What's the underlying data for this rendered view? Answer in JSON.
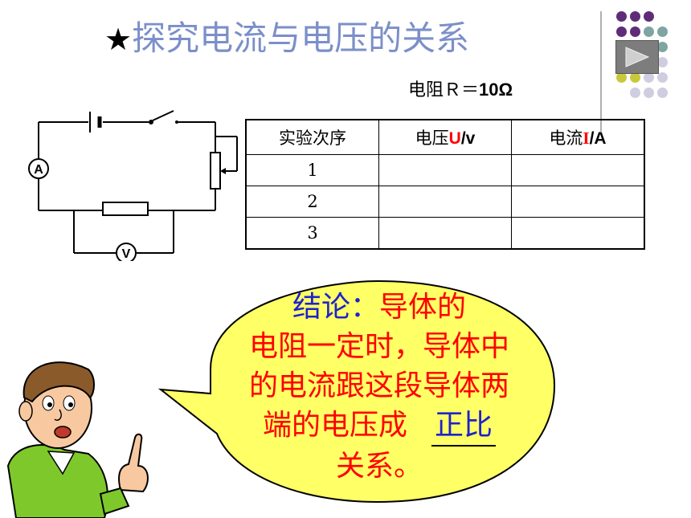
{
  "title": {
    "star": "★",
    "text": "探究电流与电压的关系"
  },
  "resistance": {
    "label": "电阻Ｒ＝",
    "value": "10Ω"
  },
  "circuit": {
    "ammeter": "A",
    "voltmeter": "V"
  },
  "table": {
    "headers": {
      "order": "实验次序",
      "voltage_prefix": "电压",
      "voltage_symbol": "U",
      "voltage_unit": "/v",
      "current_prefix": "电流",
      "current_symbol": "I",
      "current_unit": "/A"
    },
    "rows": [
      {
        "index": "1",
        "voltage": "",
        "current": ""
      },
      {
        "index": "2",
        "voltage": "",
        "current": ""
      },
      {
        "index": "3",
        "voltage": "",
        "current": ""
      }
    ]
  },
  "conclusion": {
    "label": "结论：",
    "line1_rest": "导体的",
    "line2": "电阻一定时，导体中",
    "line3": "的电流跟这段导体两",
    "line4": "端的电压成",
    "answer": "正比",
    "line5": "关系。"
  },
  "colors": {
    "title": "#7b8fc9",
    "emphasis_red": "#ff0000",
    "label_blue": "#1f22cc",
    "bubble_fill": "#ffff66",
    "dot_purple": "#5e2d79",
    "dot_teal": "#7fa5a3",
    "dot_olive": "#c9c83a",
    "dot_lavender": "#cfcde0"
  },
  "icons": {
    "play": "play-icon",
    "character": "pointing-boy-illustration"
  }
}
